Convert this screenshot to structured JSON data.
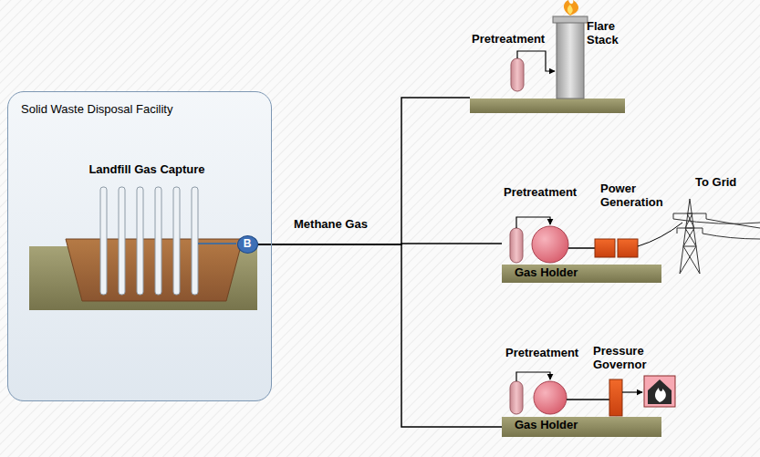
{
  "diagram": {
    "nodes": [
      {
        "text": [
          "Solid Waste Disposal Facility"
        ]
      },
      {
        "text": [
          "Landfill Gas Capture"
        ],
        "in": 0
      },
      {
        "text": [
          "B"
        ],
        "in": 0
      },
      {
        "text": [
          "Pretreatment",
          "Flare Stack"
        ]
      },
      {
        "text": [
          "Pretreatment",
          "Power Generation",
          "Gas Holder"
        ]
      },
      {
        "text": [
          "Pretreatment",
          "Pressure Governor",
          "Gas Holder"
        ]
      }
    ],
    "edges": [
      {
        "from": 2,
        "to": 3,
        "arrow": "none"
      },
      {
        "from": 2,
        "to": 4,
        "label": "Methane Gas",
        "arrow": "none"
      },
      {
        "from": 2,
        "to": 5,
        "arrow": "none"
      }
    ],
    "labels": [
      "To Grid"
    ]
  }
}
